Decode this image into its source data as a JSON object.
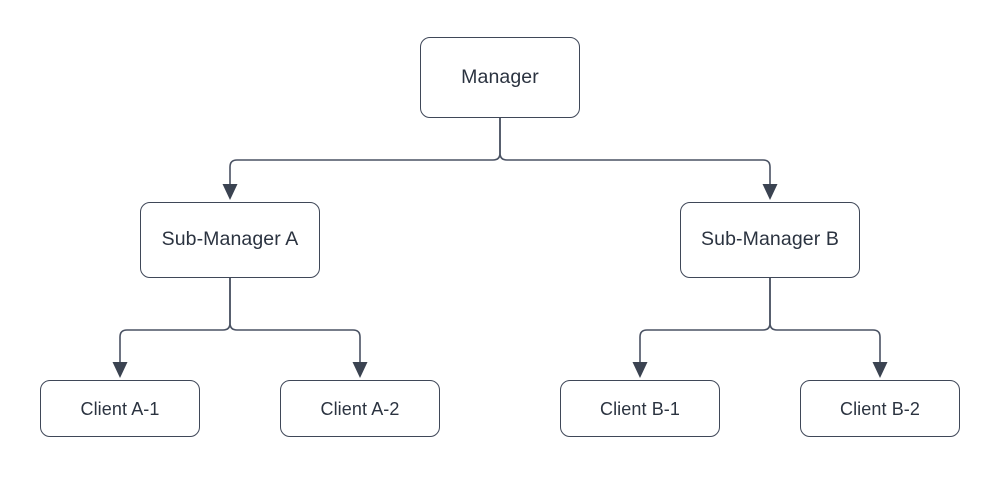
{
  "diagram": {
    "title": "Manager hierarchy tree",
    "type": "org-tree",
    "background_color": "#ffffff",
    "node_border_color": "#3f4758",
    "node_fill_color": "#ffffff",
    "edge_color": "#4a5263",
    "arrow_color": "#3b4351",
    "text_color": "#2b3340",
    "nodes": [
      {
        "id": "manager",
        "label": "Manager",
        "level": 0
      },
      {
        "id": "submanager_a",
        "label": "Sub-Manager A",
        "level": 1
      },
      {
        "id": "submanager_b",
        "label": "Sub-Manager B",
        "level": 1
      },
      {
        "id": "client_a1",
        "label": "Client A-1",
        "level": 2
      },
      {
        "id": "client_a2",
        "label": "Client A-2",
        "level": 2
      },
      {
        "id": "client_b1",
        "label": "Client B-1",
        "level": 2
      },
      {
        "id": "client_b2",
        "label": "Client B-2",
        "level": 2
      }
    ],
    "edges": [
      {
        "from": "manager",
        "to": "submanager_a",
        "arrow": "down"
      },
      {
        "from": "manager",
        "to": "submanager_b",
        "arrow": "down"
      },
      {
        "from": "submanager_a",
        "to": "client_a1",
        "arrow": "down"
      },
      {
        "from": "submanager_a",
        "to": "client_a2",
        "arrow": "down"
      },
      {
        "from": "submanager_b",
        "to": "client_b1",
        "arrow": "down"
      },
      {
        "from": "submanager_b",
        "to": "client_b2",
        "arrow": "down"
      }
    ]
  }
}
